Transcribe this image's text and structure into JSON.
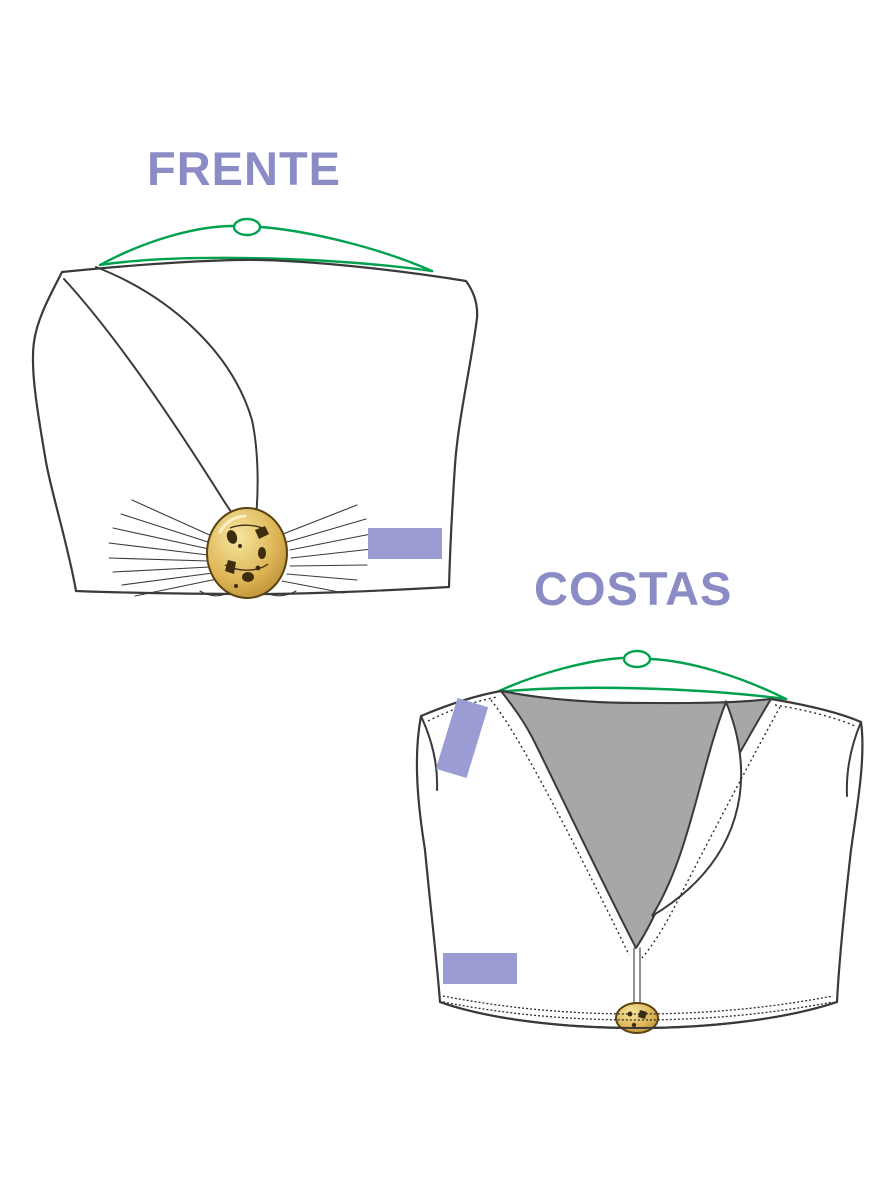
{
  "page": {
    "background": "#ffffff"
  },
  "labels": {
    "front": "FRENTE",
    "back": "COSTAS"
  },
  "colors": {
    "label_text": "#8b8cc6",
    "swatch": "#9b9cd3",
    "hanger_green": "#00a14e",
    "outline": "#3a3a3a",
    "stitch": "#2e2e2e",
    "inside_gray": "#a7a7a7",
    "garment_white": "#ffffff",
    "gold_light": "#f6e7a0",
    "gold_mid": "#ddb455",
    "gold_dark": "#a87a26",
    "gold_detail": "#3d2c0e",
    "gold_edge": "#5a4214"
  },
  "elements": {
    "front_view": "front technical flat of wrap crop top with gold buckle gather",
    "back_view": "back technical flat with deep V opening and stitched hem",
    "hanger_icon": "hanger-loop-icon",
    "buckle_icon": "gold-buckle-icon",
    "fabric_swatch": "fabric-swatch"
  }
}
